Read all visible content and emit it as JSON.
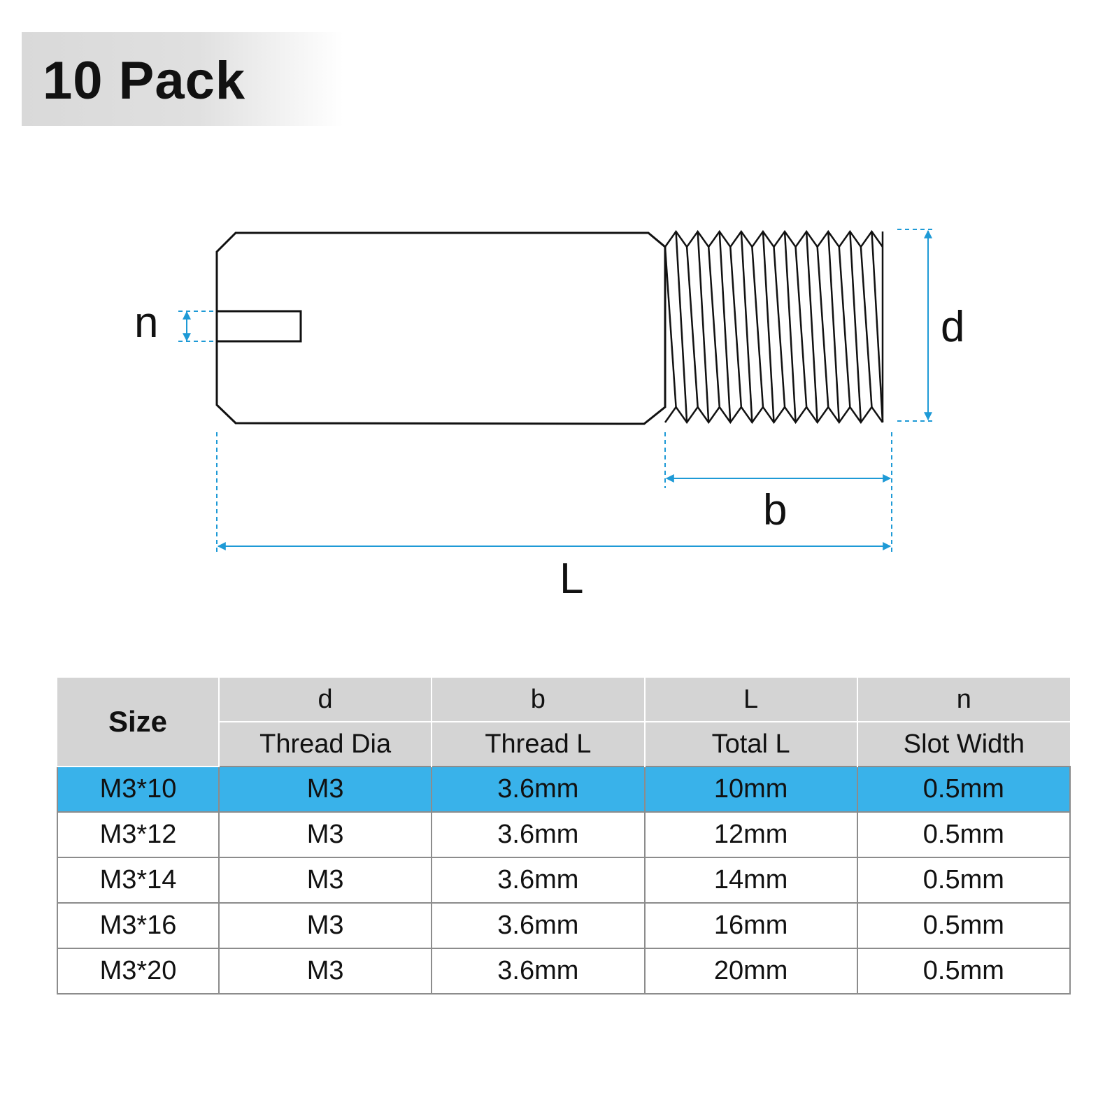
{
  "header": {
    "title": "10 Pack"
  },
  "diagram": {
    "labels": {
      "n": "n",
      "d": "d",
      "b": "b",
      "L": "L"
    },
    "colors": {
      "outline": "#111111",
      "dimension": "#1e9ad6"
    }
  },
  "table": {
    "size_header": "Size",
    "columns": [
      {
        "symbol": "d",
        "desc": "Thread Dia"
      },
      {
        "symbol": "b",
        "desc": "Thread L"
      },
      {
        "symbol": "L",
        "desc": "Total L"
      },
      {
        "symbol": "n",
        "desc": "Slot Width"
      }
    ],
    "rows": [
      [
        "M3*10",
        "M3",
        "3.6mm",
        "10mm",
        "0.5mm"
      ],
      [
        "M3*12",
        "M3",
        "3.6mm",
        "12mm",
        "0.5mm"
      ],
      [
        "M3*14",
        "M3",
        "3.6mm",
        "14mm",
        "0.5mm"
      ],
      [
        "M3*16",
        "M3",
        "3.6mm",
        "16mm",
        "0.5mm"
      ],
      [
        "M3*20",
        "M3",
        "3.6mm",
        "20mm",
        "0.5mm"
      ]
    ],
    "highlight_color": "#39b2ea",
    "header_color": "#d4d4d4"
  }
}
